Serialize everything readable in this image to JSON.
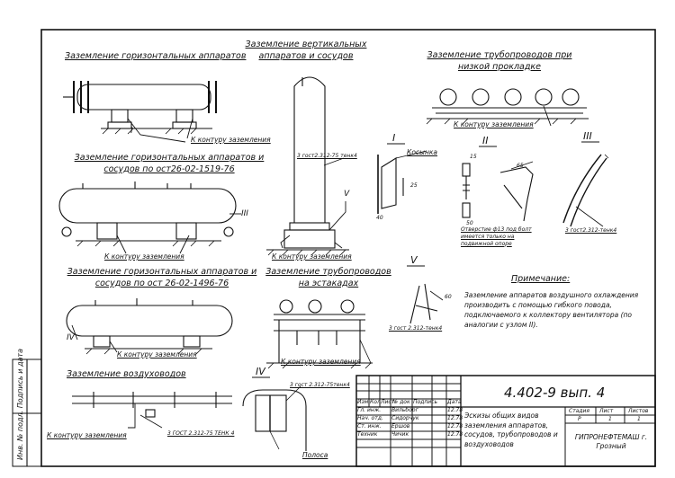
{
  "drawing": {
    "code": "4.402-9 вып. 4",
    "sections": {
      "horizontal_grounding_title": "Заземление горизонтальных аппаратов",
      "vertical_grounding_title": "Заземление вертикальных аппаратов и сосудов",
      "pipeline_low_title": "Заземление трубопроводов при низкой прокладке",
      "horizontal_ost1519_title": "Заземление горизонтальных аппаратов и сосудов по ост26-02-1519-76",
      "horizontal_ost1496_title": "Заземление горизонтальных аппаратов и сосудов по ост 26-02-1496-76",
      "pipeline_racks_title": "Заземление трубопроводов на эстакадах",
      "air_ducts_title": "Заземление воздуховодов"
    },
    "labels": {
      "to_ground_contour_1": "К контуру заземления",
      "to_ground_contour_2": "К контуру заземления",
      "to_ground_contour_3": "К контуру заземления",
      "to_ground_contour_4": "К контуру заземления",
      "to_ground_contour_5": "К контуру заземления",
      "to_ground_contour_6": "К контуру заземления",
      "to_ground_contour_7": "К контуру заземления",
      "gost_label_1": "3 гост2.312-75 тенк4",
      "gost_label_2": "3 гост2.312-тенк4",
      "gost_label_3": "3 гост 2.312-тенк4",
      "gost_label_4": "3 гост 2.312-75тенк4",
      "gost_label_5": "3 ГОСТ 2.312-75 ТЕНК 4",
      "kosynka": "Косынка",
      "hole_note": "Отверстие ф13 под болт имеется только на подвижной опоре",
      "polosa": "Полоса",
      "dim_a": "65",
      "dim_b": "25",
      "dim_c": "40",
      "dim_d": "50",
      "dim_e": "15",
      "dim_f": "60",
      "roman_I": "I",
      "roman_II": "II",
      "roman_III": "III",
      "roman_IV": "IV",
      "roman_V": "V"
    },
    "note": {
      "heading": "Примечание:",
      "body": "Заземление аппаратов воздушного охлаждения производить с помощью гибкого повода, подключаемого к коллектору вентилятора (по аналогии с узлом II)."
    },
    "margin_stamp": "Инв. № подл. Подпись и дата",
    "title_block": {
      "row_headers": [
        "Изм",
        "Кол",
        "Лист",
        "№ док",
        "Подпись",
        "Дата"
      ],
      "people": [
        {
          "role": "Гл. инж.",
          "name": "Вильборг"
        },
        {
          "role": "Нач. отд.",
          "name": "Сидорчук"
        },
        {
          "role": "Ст. инж.",
          "name": "Ершов"
        },
        {
          "role": "Техник",
          "name": "Чичик"
        }
      ],
      "stage_header": "Стадия",
      "sheet_header": "Лист",
      "sheets_header": "Листов",
      "stage": "Р",
      "sheet": "1",
      "sheets": "1",
      "description": "Эскизы общих видов заземления аппаратов, сосудов, трубопроводов и воздуховодов",
      "org": "ГИПРОНЕФТЕМАШ г. Грозный",
      "dates": [
        "12.78",
        "12.78",
        "12.78",
        "12.78"
      ]
    }
  }
}
